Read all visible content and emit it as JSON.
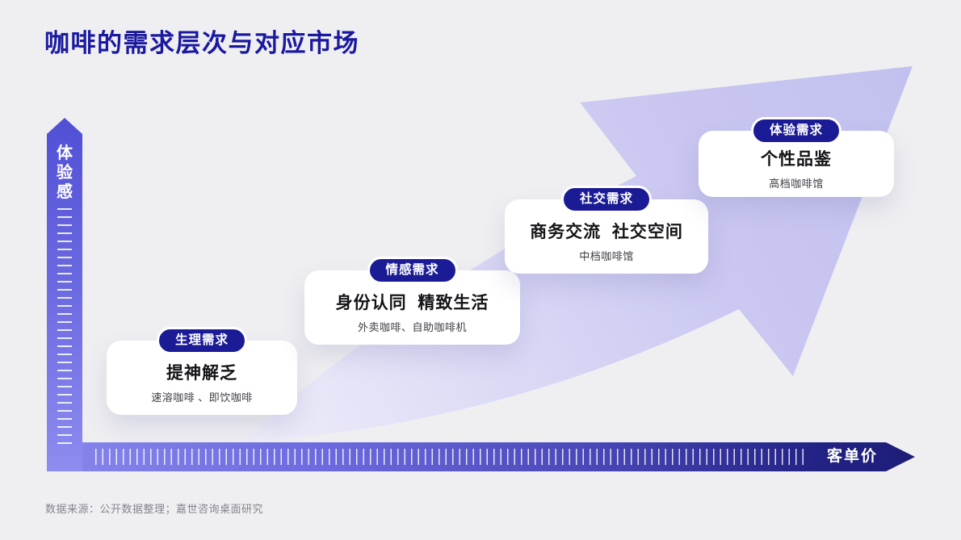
{
  "title": "咖啡的需求层次与对应市场",
  "axes": {
    "y_label": "体验感",
    "x_label": "客单价"
  },
  "levels": [
    {
      "badge": "生理需求",
      "title": "提神解乏",
      "subtitle": "速溶咖啡 、即饮咖啡"
    },
    {
      "badge": "情感需求",
      "title": "身份认同  精致生活",
      "subtitle": "外卖咖啡、自助咖啡机"
    },
    {
      "badge": "社交需求",
      "title": "商务交流  社交空间",
      "subtitle": "中档咖啡馆"
    },
    {
      "badge": "体验需求",
      "title": "个性品鉴",
      "subtitle": "高档咖啡馆"
    }
  ],
  "footer": {
    "source": "数据来源：公开数据整理；嘉世咨询桌面研究"
  },
  "colors": {
    "title_blue": "#1a19a0",
    "badge_navy": "#1b1b96",
    "axis_purple_light": "#8583ea",
    "axis_purple_dark": "#1d1d78",
    "y_axis_top": "#5150d6",
    "y_axis_bottom": "#8e8cef",
    "arrow_lavender": "#c2c0ee",
    "background": "#efeff2",
    "card_white": "#ffffff"
  }
}
